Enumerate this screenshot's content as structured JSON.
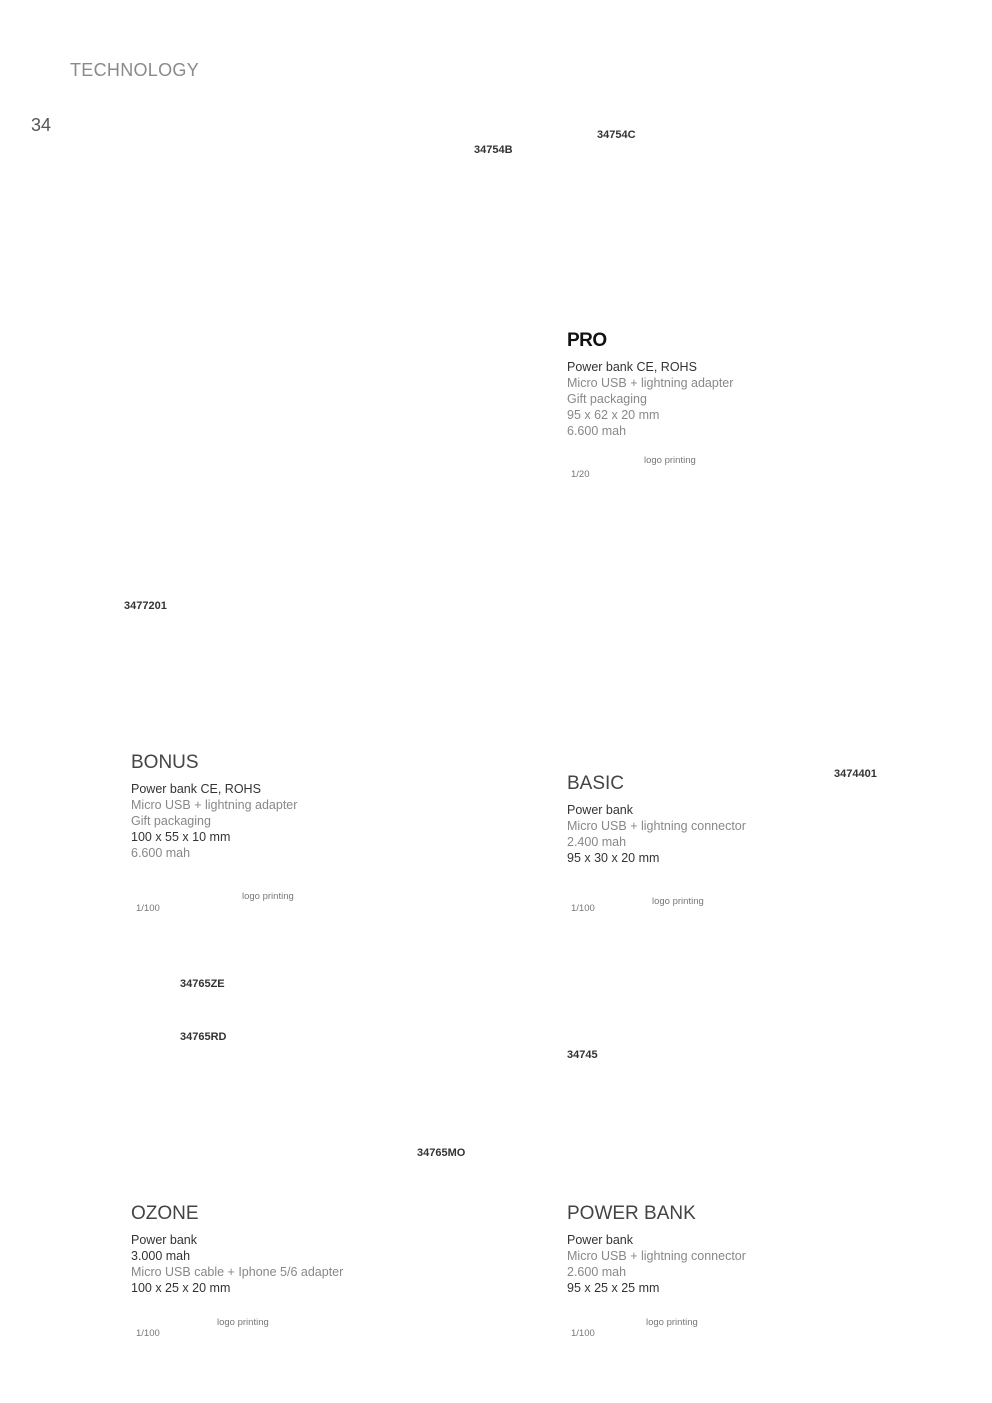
{
  "header": {
    "section": "TECHNOLOGY",
    "page_number": "34"
  },
  "codes": {
    "pro_b": "34754B",
    "pro_c": "34754C",
    "bonus": "3477201",
    "basic": "3474401",
    "ozone_ze": "34765ZE",
    "ozone_rd": "34765RD",
    "ozone_mo": "34765MO",
    "powerbank": "34745"
  },
  "products": {
    "pro": {
      "name": "PRO",
      "specs": [
        "Power bank CE, ROHS",
        "Micro USB + lightning adapter",
        "Gift packaging",
        "95 x 62 x 20 mm",
        "6.600 mah"
      ],
      "logo": "logo printing",
      "qty": "1/20"
    },
    "bonus": {
      "name": "BONUS",
      "specs": [
        "Power bank CE, ROHS",
        "Micro USB + lightning adapter",
        "Gift packaging",
        "100 x 55 x 10 mm",
        "6.600 mah"
      ],
      "logo": "logo printing",
      "qty": "1/100"
    },
    "basic": {
      "name": "BASIC",
      "specs": [
        "Power bank",
        "Micro USB + lightning connector",
        "2.400 mah",
        "95 x 30 x 20 mm"
      ],
      "logo": "logo printing",
      "qty": "1/100"
    },
    "ozone": {
      "name": "OZONE",
      "specs": [
        "Power bank",
        "3.000 mah",
        "Micro USB cable + Iphone 5/6 adapter",
        "100 x 25 x 20 mm"
      ],
      "logo": "logo printing",
      "qty": "1/100"
    },
    "powerbank": {
      "name": "POWER BANK",
      "specs": [
        "Power bank",
        "Micro USB + lightning connector",
        "2.600 mah",
        "95 x 25 x 25 mm"
      ],
      "logo": "logo printing",
      "qty": "1/100"
    }
  }
}
